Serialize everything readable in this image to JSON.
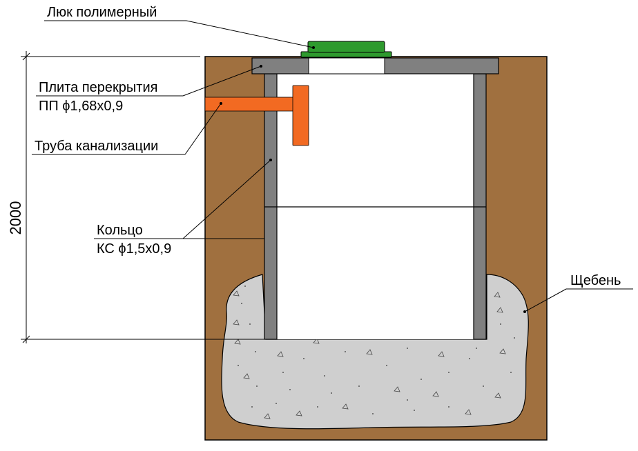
{
  "labels": {
    "hatch": "Люк полимерный",
    "slab_line1": "Плита перекрытия",
    "slab_line2": "ПП ϕ1,68х0,9",
    "pipe": "Труба канализации",
    "ring_line1": "Кольцо",
    "ring_line2": "КС ϕ1,5х0,9",
    "gravel": "Щебень"
  },
  "dimension": {
    "height_label": "2000"
  },
  "colors": {
    "soil": "#a0703f",
    "concrete": "#808080",
    "gravel": "#cfcfcf",
    "hatch": "#2e9a2e",
    "pipe": "#f26a22",
    "outline": "#000000"
  }
}
